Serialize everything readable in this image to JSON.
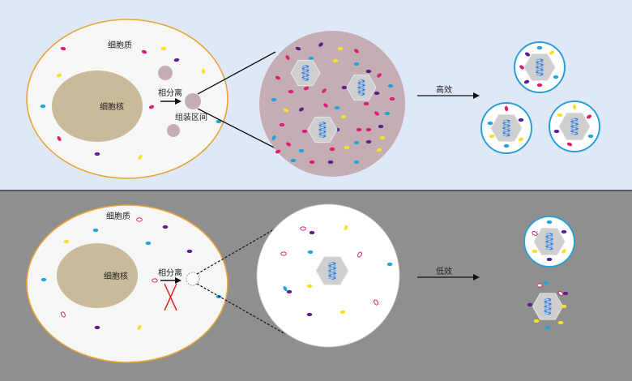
{
  "top": {
    "cytoplasm": "细胞质",
    "nucleus": "细胞核",
    "phase_separation": "相分离",
    "assembly_compartment": "组装区间",
    "efficiency": "高效"
  },
  "bottom": {
    "cytoplasm": "细胞质",
    "nucleus": "细胞核",
    "phase_separation": "相分离",
    "efficiency": "低效"
  },
  "colors": {
    "top_background": "#dfe8f6",
    "bottom_background": "#8f8f8f",
    "cell_fill": "#f7f7f7",
    "cell_border": "#e8a437",
    "nucleus_fill": "#c9bb9a",
    "condensate_fill": "#c4aeb4",
    "magenta": "#dd1f77",
    "purple": "#5e1f8f",
    "yellow": "#f4e324",
    "cyan": "#1fa6dc",
    "hexagon": "#cfcfcf",
    "dna": "#2a6fd0",
    "virion_ring": "#2d9fd8",
    "cross": "#dd2222"
  },
  "icons": [
    "protein-particle-icon",
    "capsid-hexagon-icon",
    "dna-helix-icon",
    "arrow-icon",
    "cross-icon"
  ]
}
